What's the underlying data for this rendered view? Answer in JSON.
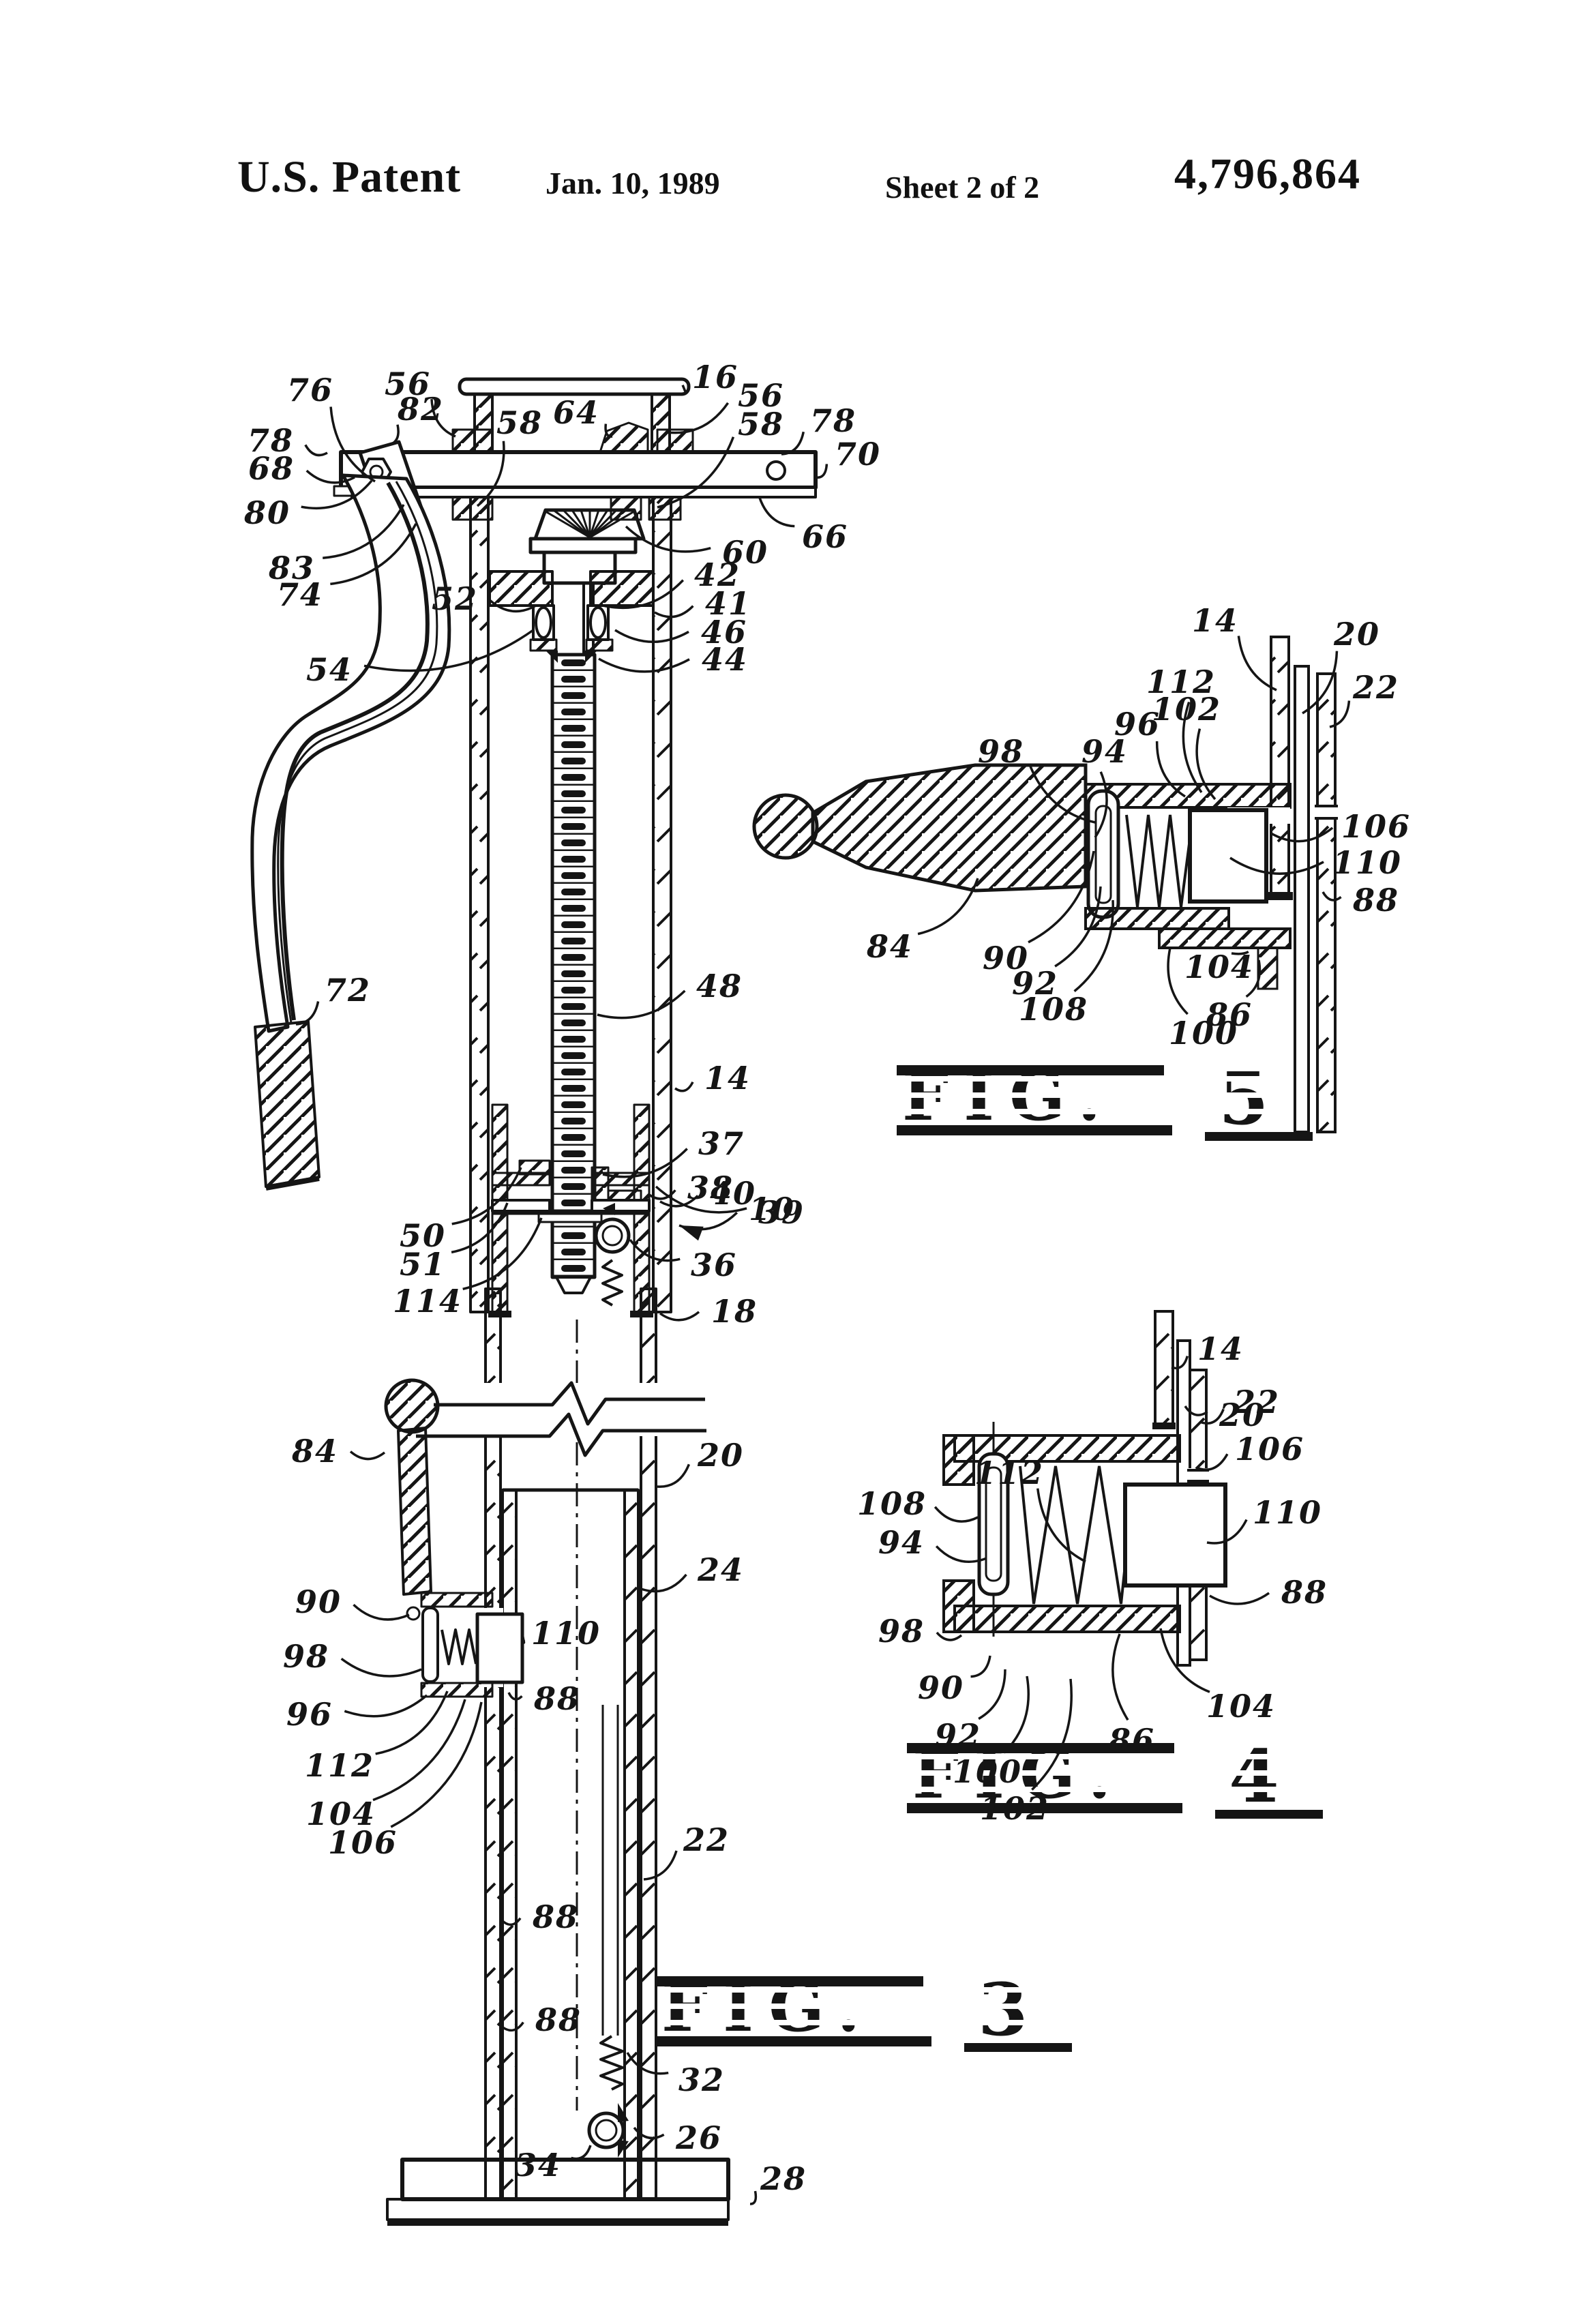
{
  "header": {
    "title": "U.S. Patent",
    "date": "Jan. 10, 1989",
    "sheet": "Sheet 2 of 2",
    "patent_number": "4,796,864"
  },
  "figure_titles": {
    "fig3": {
      "word": "FIG.",
      "digit": "3"
    },
    "fig4": {
      "word": "FIG.",
      "digit": "4"
    },
    "fig5": {
      "word": "FIG.",
      "digit": "5"
    }
  },
  "colors": {
    "ink": "#151515",
    "paper": "#ffffff"
  },
  "reference_labels": [
    [
      "76",
      455,
      572,
      550,
      706
    ],
    [
      "56",
      598,
      563,
      668,
      640
    ],
    [
      "82",
      617,
      600,
      572,
      652
    ],
    [
      "78",
      397,
      646,
      480,
      664
    ],
    [
      "68",
      398,
      687,
      520,
      700
    ],
    [
      "80",
      392,
      752,
      545,
      705
    ],
    [
      "83",
      428,
      833,
      592,
      740
    ],
    [
      "74",
      440,
      872,
      610,
      768
    ],
    [
      "58",
      762,
      620,
      700,
      742
    ],
    [
      "64",
      845,
      605,
      898,
      640
    ],
    [
      "16",
      1049,
      553,
      1004,
      572
    ],
    [
      "56",
      1116,
      580,
      978,
      634
    ],
    [
      "58",
      1116,
      622,
      964,
      744
    ],
    [
      "78",
      1222,
      617,
      1146,
      666
    ],
    [
      "70",
      1258,
      666,
      1196,
      700
    ],
    [
      "66",
      1210,
      787,
      1114,
      730
    ],
    [
      "60",
      1093,
      810,
      918,
      772
    ],
    [
      "42",
      1052,
      843,
      884,
      888
    ],
    [
      "41",
      1068,
      885,
      960,
      898
    ],
    [
      "46",
      1062,
      927,
      902,
      924
    ],
    [
      "44",
      1063,
      967,
      878,
      966
    ],
    [
      "52",
      667,
      878,
      786,
      888
    ],
    [
      "54",
      483,
      982,
      782,
      924
    ],
    [
      "72",
      510,
      1452,
      434,
      1502
    ],
    [
      "48",
      1055,
      1446,
      876,
      1488
    ],
    [
      "14",
      1067,
      1581,
      990,
      1596
    ],
    [
      "37",
      1058,
      1677,
      884,
      1722
    ],
    [
      "40",
      1075,
      1750,
      968,
      1762
    ],
    [
      "39",
      1146,
      1778,
      962,
      1740
    ],
    [
      "50",
      620,
      1812,
      764,
      1712
    ],
    [
      "51",
      620,
      1854,
      744,
      1764
    ],
    [
      "114",
      627,
      1908,
      794,
      1786
    ],
    [
      "38",
      1042,
      1742,
      952,
      1752
    ],
    [
      "10",
      1132,
      1773,
      996,
      1797,
      1
    ],
    [
      "36",
      1047,
      1855,
      924,
      1818
    ],
    [
      "18",
      1077,
      1923,
      968,
      1926
    ],
    [
      "84",
      462,
      2128,
      564,
      2130
    ],
    [
      "20",
      1057,
      2134,
      964,
      2180
    ],
    [
      "24",
      1057,
      2302,
      940,
      2330
    ],
    [
      "90",
      467,
      2349,
      600,
      2368
    ],
    [
      "110",
      830,
      2395,
      768,
      2405
    ],
    [
      "98",
      449,
      2429,
      618,
      2448
    ],
    [
      "88",
      817,
      2491,
      746,
      2482
    ],
    [
      "96",
      454,
      2514,
      626,
      2486
    ],
    [
      "112",
      498,
      2589,
      656,
      2480
    ],
    [
      "104",
      500,
      2660,
      682,
      2492
    ],
    [
      "106",
      532,
      2702,
      706,
      2496
    ],
    [
      "22",
      1036,
      2698,
      944,
      2756
    ],
    [
      "88",
      815,
      2811,
      736,
      2816
    ],
    [
      "88",
      819,
      2962,
      736,
      2972
    ],
    [
      "32",
      1029,
      3050,
      920,
      3010
    ],
    [
      "26",
      1025,
      3135,
      930,
      3120
    ],
    [
      "34",
      789,
      3175,
      866,
      3146
    ],
    [
      "28",
      1149,
      3195,
      1100,
      3232
    ],
    [
      "14",
      1782,
      910,
      1872,
      1012
    ],
    [
      "20",
      1990,
      930,
      1910,
      1046
    ],
    [
      "22",
      2018,
      1008,
      1950,
      1066
    ],
    [
      "112",
      1732,
      1000,
      1762,
      1162
    ],
    [
      "102",
      1740,
      1040,
      1782,
      1172
    ],
    [
      "96",
      1668,
      1062,
      1738,
      1168
    ],
    [
      "98",
      1468,
      1102,
      1606,
      1206
    ],
    [
      "94",
      1620,
      1102,
      1606,
      1228
    ],
    [
      "106",
      2018,
      1212,
      1864,
      1222
    ],
    [
      "110",
      2005,
      1265,
      1804,
      1258
    ],
    [
      "88",
      2018,
      1320,
      1940,
      1308
    ],
    [
      "84",
      1305,
      1388,
      1434,
      1288
    ],
    [
      "90",
      1475,
      1405,
      1604,
      1248
    ],
    [
      "92",
      1518,
      1442,
      1614,
      1300
    ],
    [
      "108",
      1545,
      1480,
      1632,
      1320
    ],
    [
      "100",
      1765,
      1515,
      1716,
      1390
    ],
    [
      "86",
      1803,
      1488,
      1846,
      1408
    ],
    [
      "104",
      1788,
      1418,
      1806,
      1398
    ],
    [
      "14",
      1790,
      1978,
      1718,
      2005
    ],
    [
      "20",
      1822,
      2075,
      1738,
      2062
    ],
    [
      "22",
      1843,
      2056,
      1762,
      2086
    ],
    [
      "112",
      1480,
      2160,
      1592,
      2290
    ],
    [
      "106",
      1862,
      2125,
      1754,
      2152
    ],
    [
      "108",
      1308,
      2205,
      1434,
      2225
    ],
    [
      "94",
      1322,
      2262,
      1447,
      2285
    ],
    [
      "110",
      1888,
      2218,
      1770,
      2262
    ],
    [
      "98",
      1322,
      2392,
      1410,
      2398
    ],
    [
      "88",
      1913,
      2335,
      1774,
      2340
    ],
    [
      "90",
      1380,
      2475,
      1452,
      2428
    ],
    [
      "92",
      1405,
      2545,
      1474,
      2448
    ],
    [
      "100",
      1448,
      2598,
      1506,
      2458
    ],
    [
      "102",
      1488,
      2652,
      1570,
      2462
    ],
    [
      "86",
      1660,
      2552,
      1642,
      2396
    ],
    [
      "104",
      1820,
      2502,
      1702,
      2388
    ]
  ]
}
